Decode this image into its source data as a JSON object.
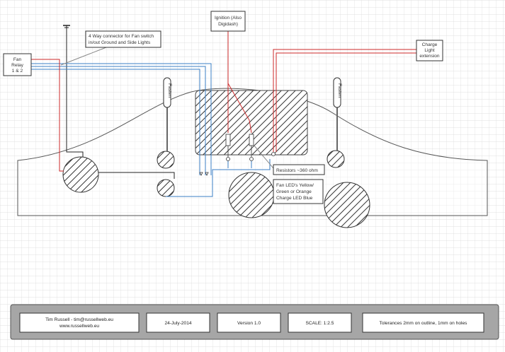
{
  "labels": {
    "fan_relay": [
      "Fan",
      "Relay",
      "1 & 2"
    ],
    "connector_note": [
      "4 Way connector for Fan switch",
      "in/out Ground and Side Lights"
    ],
    "ignition": [
      "Ignition (Also",
      "Digidash)"
    ],
    "charge_light": [
      "Charge",
      "Light",
      "extension"
    ],
    "resistors": "Resistors ~360 ohm",
    "led_note": [
      "Fan LED's Yellow/",
      "Green or Orange",
      "Charge LED Blue"
    ],
    "switch_left": "Fasten",
    "switch_right": "Fasten"
  },
  "title_block": {
    "author": "Tim Russell - tim@russellweb.eu",
    "website": "www.russellweb.eu",
    "date": "24-July-2014",
    "version": "Version 1.0",
    "scale": "SCALE:  1:2.5",
    "tolerances": "Tolerances 2mm on outline, 1mm on holes"
  },
  "colors": {
    "wire_red": "#cc2a2a",
    "wire_blue": "#3b7fc4",
    "outline": "#555555",
    "grid": "#d9d9d9",
    "title_block_bg": "#a6a6a6"
  }
}
